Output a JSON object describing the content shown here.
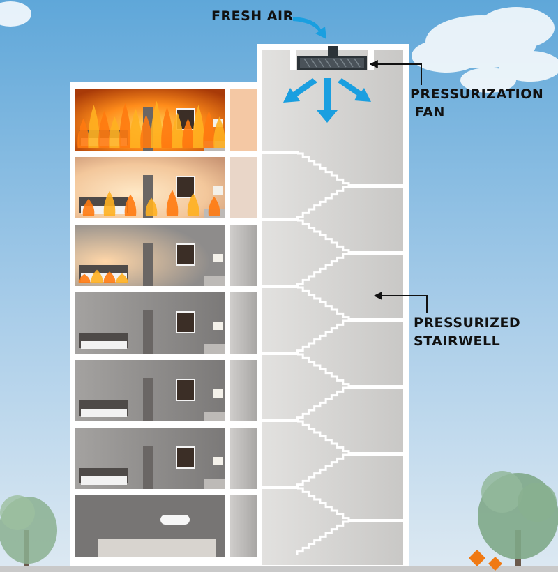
{
  "labels": {
    "fresh_air": "FRESH AIR",
    "pressurization_fan": [
      "PRESSURIZATION",
      "FAN"
    ],
    "pressurized_stairwell": [
      "PRESSURIZED",
      "STAIRWELL"
    ]
  },
  "floors": [
    {
      "name": "floor-7",
      "state": "fully-burning"
    },
    {
      "name": "floor-6",
      "state": "burning"
    },
    {
      "name": "floor-5",
      "state": "fire-starting"
    },
    {
      "name": "floor-4",
      "state": "normal"
    },
    {
      "name": "floor-3",
      "state": "normal"
    },
    {
      "name": "floor-2",
      "state": "normal"
    },
    {
      "name": "floor-1",
      "state": "lobby"
    }
  ],
  "colors": {
    "sky_top": "#5fa7d9",
    "sky_bottom": "#dbe9f4",
    "wall": "#ffffff",
    "room": "#8e8c8b",
    "stairwell": "#d6d5d3",
    "air_arrow": "#1a9fe0",
    "fire": "#ff8c1a",
    "pointer": "#111111"
  }
}
